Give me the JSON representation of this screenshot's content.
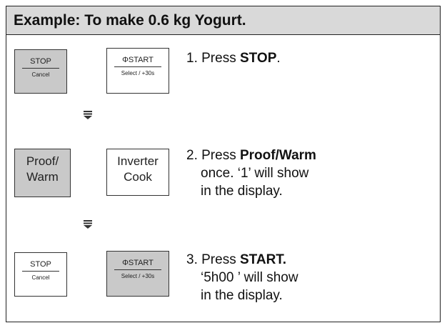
{
  "header": {
    "title": "Example:  To make 0.6 kg Yogurt."
  },
  "row1": {
    "btn_left": {
      "top": "STOP",
      "bottom": "Cancel"
    },
    "btn_right": {
      "top": "ΦSTART",
      "bottom": "Select / +30s"
    },
    "step_prefix": "1. Press ",
    "step_bold": "STOP",
    "step_suffix": "."
  },
  "row2": {
    "btn_left": {
      "line1": "Proof/",
      "line2": "Warm"
    },
    "btn_right": {
      "line1": "Inverter",
      "line2": "Cook"
    },
    "step_prefix": "2. Press ",
    "step_bold": "Proof/Warm",
    "line2": "once. ‘1’ will show",
    "line3": "in the display."
  },
  "row3": {
    "btn_left": {
      "top": "STOP",
      "bottom": "Cancel"
    },
    "btn_right": {
      "top": "ΦSTART",
      "bottom": "Select / +30s"
    },
    "step_prefix": "3. Press ",
    "step_bold": "START.",
    "line2": "‘5h00 ’ will show",
    "line3": "in the display."
  },
  "colors": {
    "header_bg": "#d9d9d9",
    "gray_button": "#c9c9c9",
    "border": "#222222"
  }
}
